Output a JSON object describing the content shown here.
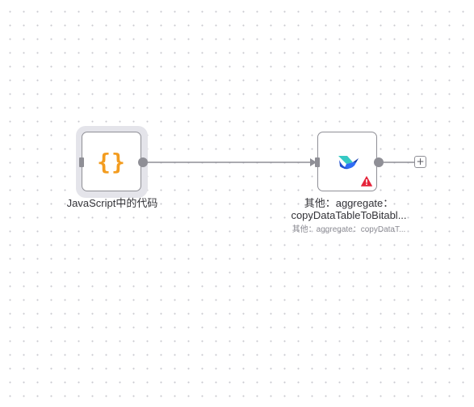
{
  "canvas": {
    "background_color": "#ffffff",
    "dot_color": "#c9c9cf"
  },
  "nodes": {
    "javascript": {
      "icon": "braces-icon",
      "icon_glyph": "{}",
      "icon_color": "#f39c1f",
      "label": "JavaScript中的代码",
      "selected": true
    },
    "aggregate": {
      "icon": "lark-icon",
      "label_line1": "其他：aggregate：",
      "label_line2": "copyDataTableToBitabl...",
      "subtitle": "其他：aggregate：copyDataT...",
      "has_warning": true,
      "warning_color": "#e5243a"
    }
  },
  "add_button": {
    "icon": "plus-icon",
    "label": "+"
  },
  "colors": {
    "node_border": "#8f8f96",
    "connection": "#8f8f96"
  }
}
